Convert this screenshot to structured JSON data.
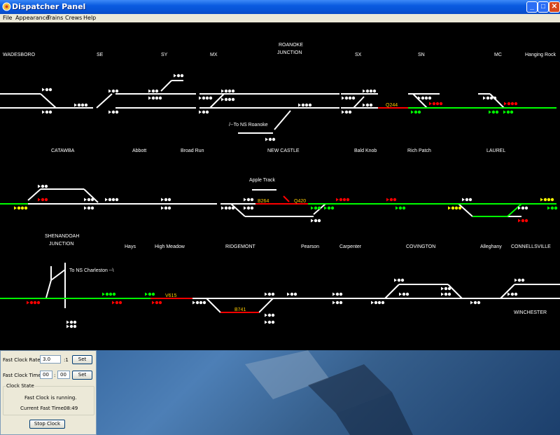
{
  "window": {
    "title": "Dispatcher Panel",
    "min_symbol": "_",
    "max_symbol": "□",
    "close_symbol": "✕"
  },
  "menu": [
    "File",
    "Appearance",
    "Trains",
    "Crews",
    "Help"
  ],
  "colors": {
    "occupied": "#ff0000",
    "clear_route": "#00ff00",
    "track": "#ffffff",
    "train_label": "#ffcc00",
    "signal_yellow": "#ffff00"
  },
  "stations": {
    "wadesboro": "WADESBORO",
    "se": "SE",
    "sy": "SY",
    "mx": "MX",
    "roanoke_junction_1": "ROANOKE",
    "roanoke_junction_2": "JUNCTION",
    "sx": "SX",
    "sn": "SN",
    "mc": "MC",
    "hanging_rock": "Hanging Rock",
    "to_ns_roanoke": "/--To NS Roanoke",
    "catawba": "CATAWBA",
    "abbott": "Abbott",
    "broad_run": "Broad Run",
    "new_castle": "NEW CASTLE",
    "bald_knob": "Bald Knob",
    "rich_patch": "Rich Patch",
    "laurel": "LAUREL",
    "apple_track": "Apple Track",
    "shenandoah_junction_1": "SHENANDOAH",
    "shenandoah_junction_2": "JUNCTION",
    "hays": "Hays",
    "high_meadow": "High Meadow",
    "ridgemont": "RIDGEMONT",
    "pearson": "Pearson",
    "carpenter": "Carpenter",
    "covington": "COVINGTON",
    "alleghany": "Alleghany",
    "connellsville": "CONNELLSVILLE",
    "to_ns_charleston": "To NS Charleston --\\",
    "winchester": "WINCHESTER"
  },
  "trains": {
    "q244": "Q244",
    "b264": "B264",
    "q420": "Q420",
    "v615": "V615",
    "b741": "B741"
  },
  "clock": {
    "rate_label": "Fast Clock Rate:",
    "rate_value": "3.0",
    "rate_suffix": ":1",
    "set_label": "Set",
    "time_label": "Fast Clock Time:",
    "hours": "00",
    "colon": ":",
    "minutes": "00",
    "state_legend": "Clock State",
    "status": "Fast Clock is running.",
    "current_label": "Current Fast Time:",
    "current_time": "08:49",
    "stop_label": "Stop Clock"
  }
}
